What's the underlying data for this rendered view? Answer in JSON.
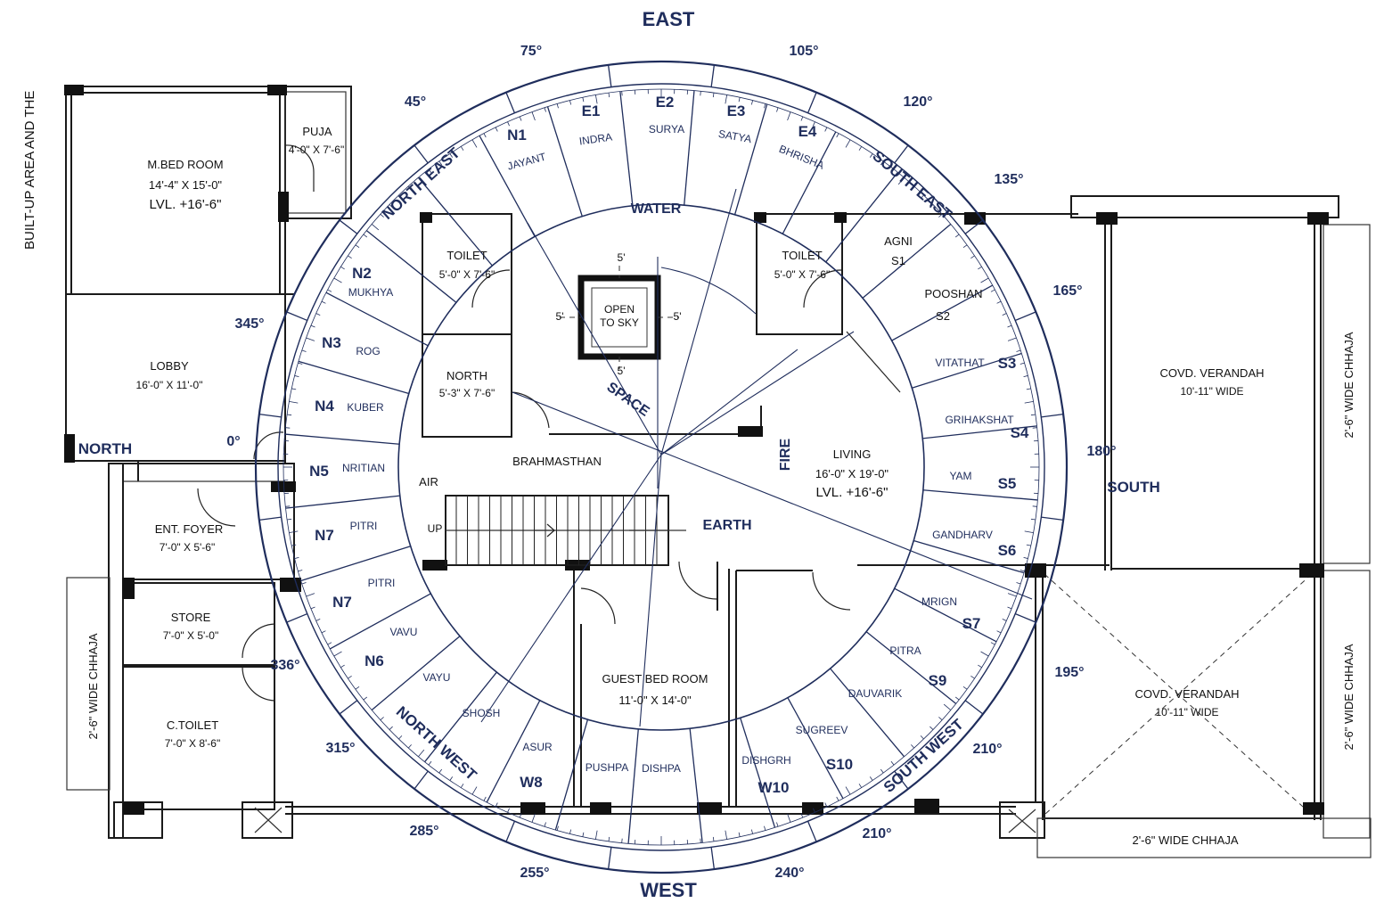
{
  "side_note": "BUILT-UP AREA AND THE",
  "directions": {
    "east": "EAST",
    "west": "WEST",
    "north": "NORTH",
    "south": "SOUTH",
    "north_east": "NORTH EAST",
    "south_east": "SOUTH EAST",
    "north_west": "NORTH WEST",
    "south_west": "SOUTH WEST"
  },
  "degrees": {
    "d75": "75°",
    "d105": "105°",
    "d45": "45°",
    "d120": "120°",
    "d135": "135°",
    "d165": "165°",
    "d180": "180°",
    "d195": "195°",
    "d210a": "210°",
    "d210b": "210°",
    "d240": "240°",
    "d255": "255°",
    "d285": "285°",
    "d315": "315°",
    "d336": "336°",
    "d0": "0°",
    "d345": "345°"
  },
  "rooms": {
    "mbed_name": "M.BED ROOM",
    "mbed_size": "14'-4\" X 15'-0\"",
    "mbed_lvl": "LVL. +16'-6\"",
    "puja_name": "PUJA",
    "puja_size": "4'-0\" X 7'-6\"",
    "lobby_name": "LOBBY",
    "lobby_size": "16'-0\" X 11'-0\"",
    "foyer_name": "ENT. FOYER",
    "foyer_size": "7'-0\" X 5'-6\"",
    "store_name": "STORE",
    "store_size": "7'-0\" X 5'-0\"",
    "ctoilet_name": "C.TOILET",
    "ctoilet_size": "7'-0\" X 8'-6\"",
    "toilet1_name": "TOILET",
    "toilet1_size": "5'-0\" X 7'-6\"",
    "north_name": "NORTH",
    "north_size": "5'-3\" X 7'-6\"",
    "toilet2_name": "TOILET",
    "toilet2_size": "5'-0\" X 7'-6\"",
    "living_name": "LIVING",
    "living_size": "16'-0\" X 19'-0\"",
    "living_lvl": "LVL. +16'-6\"",
    "guest_name": "GUEST BED ROOM",
    "guest_size": "11'-0\" X 14'-0\"",
    "veranda1_name": "COVD. VERANDAH",
    "veranda1_size": "10'-11\" WIDE",
    "veranda2_name": "COVD. VERANDAH",
    "veranda2_size": "10'-11\" WIDE",
    "chhaja_left": "2'-6\" WIDE CHHAJA",
    "chhaja_right1": "2'-6\" WIDE CHHAJA",
    "chhaja_right2": "2'-6\" WIDE CHHAJA",
    "chhaja_bottom": "2'-6\" WIDE CHHAJA",
    "open_sky_1": "OPEN",
    "open_sky_2": "TO SKY",
    "dim_5_top": "5'",
    "dim_5_left": "5'",
    "dim_5_right": "5'",
    "dim_5_bottom": "5'",
    "up": "UP"
  },
  "elements": {
    "water": "WATER",
    "space": "SPACE",
    "brahmasthan": "BRAHMASTHAN",
    "air": "AIR",
    "fire": "FIRE",
    "earth": "EARTH"
  },
  "zones": {
    "n1": "N1",
    "n1n": "JAYANT",
    "e1": "E1",
    "e1n": "INDRA",
    "e2": "E2",
    "e2n": "SURYA",
    "e3": "E3",
    "e3n": "SATYA",
    "e4": "E4",
    "e4n": "BHRISHA",
    "s1a": "AGNI",
    "s1": "S1",
    "s2n": "POOSHAN",
    "s2": "S2",
    "s3n": "VITATHAT",
    "s3": "S3",
    "s4n": "GRIHAKSHAT",
    "s4": "S4",
    "s5n": "YAM",
    "s5": "S5",
    "s6n": "GANDHARV",
    "s6": "S6",
    "s7n": "MRIGN",
    "s7": "S7",
    "s9n": "PITRA",
    "s9": "S9",
    "dauvarik": "DAUVARIK",
    "s10n": "SUGREEV",
    "s10": "S10",
    "w10n": "DISHGRH",
    "w10": "W10",
    "dishpa": "DISHPA",
    "pushpa": "PUSHPA",
    "w8n": "ASUR",
    "w8": "W8",
    "shosh": "SHOSH",
    "vayu": "VAYU",
    "vavu": "VAVU",
    "n6": "N6",
    "pitri2": "PITRI",
    "n7b": "N7",
    "pitri1": "PITRI",
    "n7a": "N7",
    "nritian": "NRITIAN",
    "n5": "N5",
    "kuber": "KUBER",
    "n4": "N4",
    "rog": "ROG",
    "n3": "N3",
    "mukhya": "MUKHYA",
    "n2": "N2"
  },
  "colors": {
    "ink": "#1f2d5c",
    "wall": "#1a1a1a"
  }
}
